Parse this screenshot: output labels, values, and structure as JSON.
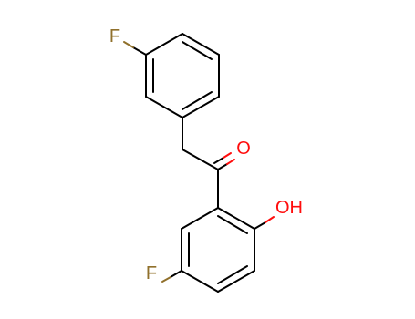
{
  "molecule": {
    "atoms": {
      "f_top": {
        "symbol": "F",
        "color": "#90702b"
      },
      "o_carbonyl": {
        "symbol": "O",
        "color": "#ff0d0d"
      },
      "oh": {
        "symbol": "OH",
        "color": "#ff0d0d"
      },
      "f_bottom": {
        "symbol": "F",
        "color": "#90702b"
      }
    }
  }
}
